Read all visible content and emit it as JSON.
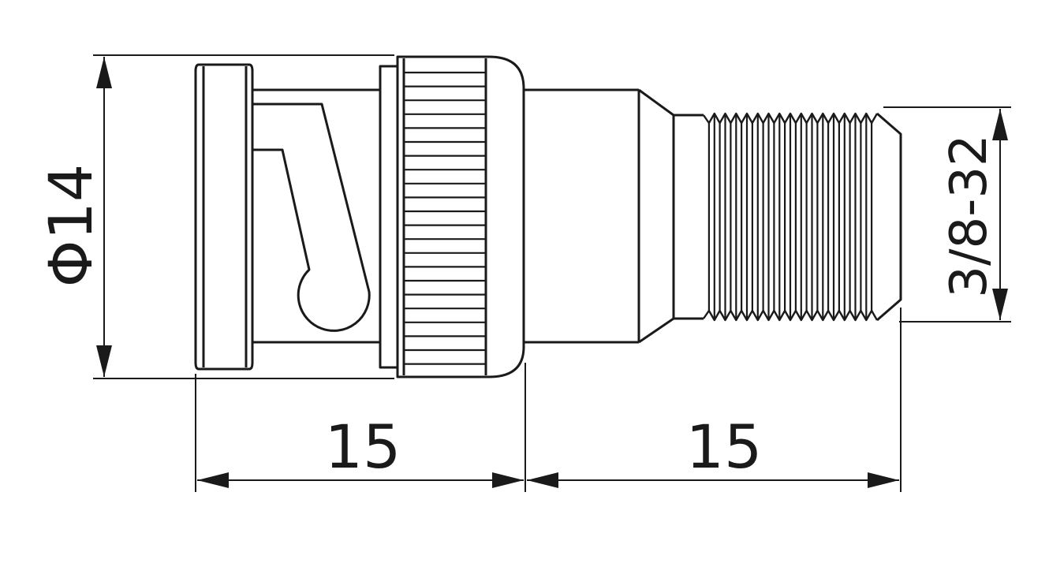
{
  "drawing": {
    "line_color": "#1a1a1a",
    "background": "#ffffff"
  },
  "dimensions": {
    "diameter_label": "Φ14",
    "thread_label": "3/8-32",
    "left_length_label": "15",
    "right_length_label": "15"
  }
}
